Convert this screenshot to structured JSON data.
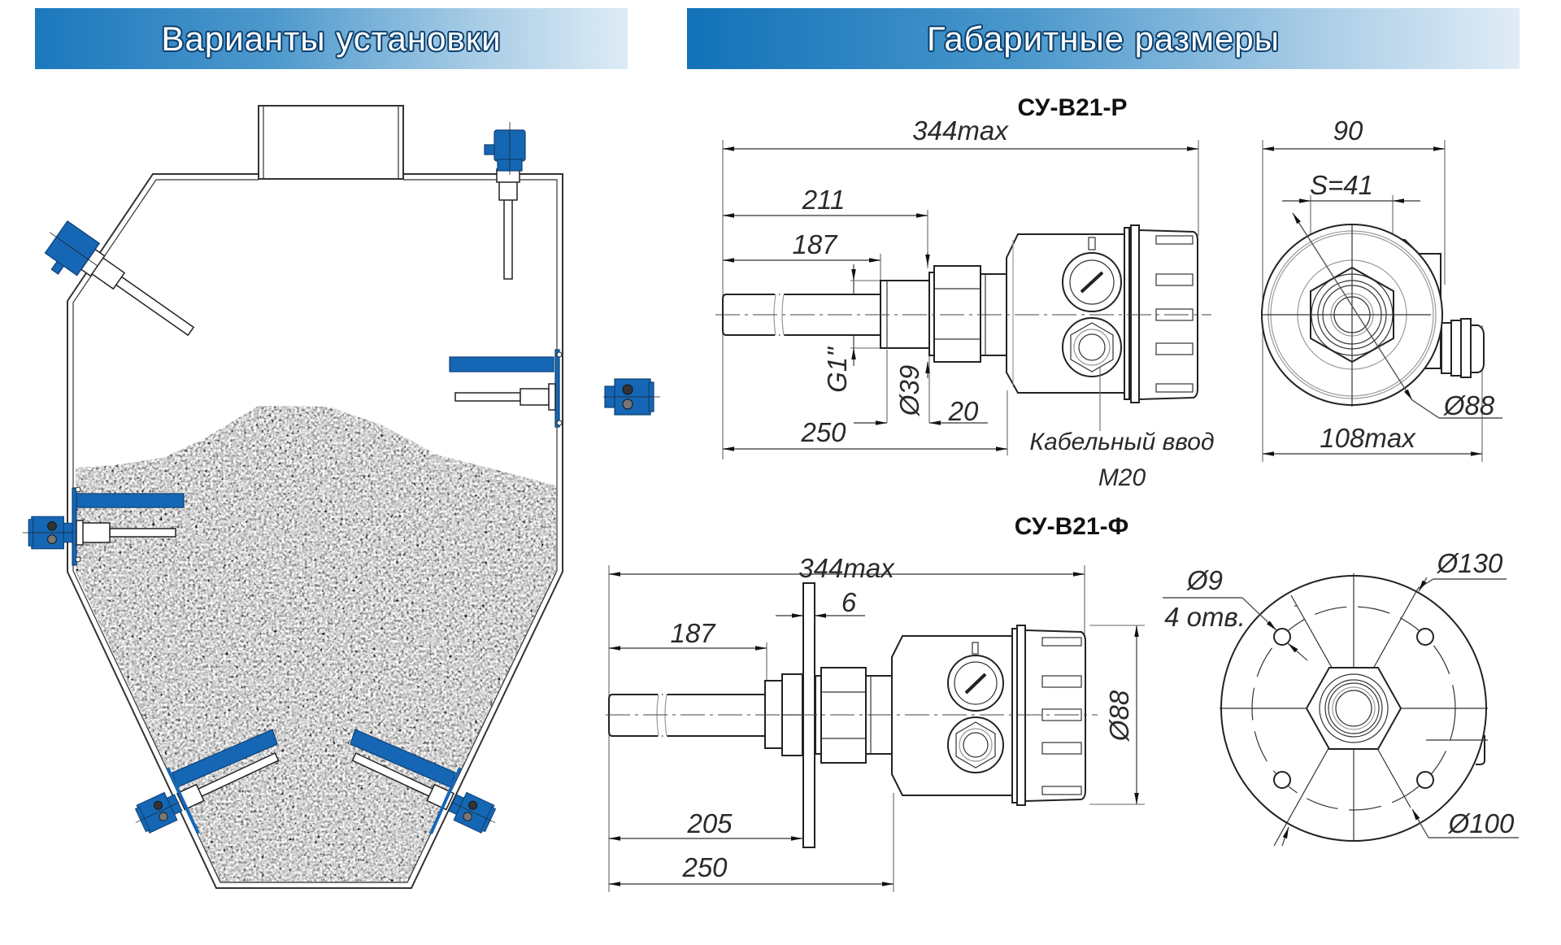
{
  "banners": {
    "left_title": "Варианты установки",
    "right_title": "Габаритные размеры"
  },
  "colors": {
    "banner_start": "#1b78bd",
    "banner_end": "#e0ecf6",
    "sensor_blue": "#1567b5",
    "line": "#222222"
  },
  "installation": {
    "description": "silo with sensors installed at top, walls and cone",
    "sensors": [
      {
        "position": "roof-vertical"
      },
      {
        "position": "upper-cone-angled"
      },
      {
        "position": "right-wall-horizontal-with-shield"
      },
      {
        "position": "left-wall-horizontal-with-shield"
      },
      {
        "position": "cone-left-angled-with-shield"
      },
      {
        "position": "cone-right-angled-with-shield"
      }
    ]
  },
  "drawings": {
    "threaded": {
      "title": "СУ-В21-Р",
      "side_view": {
        "overall_length": "344max",
        "dim_211": "211",
        "dim_187": "187",
        "dim_250": "250",
        "dim_20": "20",
        "thread": "G1\"",
        "diameter_39": "Ø39",
        "cable_entry_label": "Кабельный ввод",
        "cable_entry_size": "M20"
      },
      "top_view": {
        "width": "90",
        "hex": "S=41",
        "diameter": "Ø88",
        "width_max": "108max"
      }
    },
    "flanged": {
      "title": "СУ-В21-Ф",
      "side_view": {
        "overall_length": "344max",
        "flange_thickness": "6",
        "dim_187": "187",
        "dim_205": "205",
        "dim_250": "250",
        "diameter": "Ø88"
      },
      "flange_view": {
        "hole_diameter": "Ø9",
        "hole_count": "4 отв.",
        "flange_diameter": "Ø130",
        "bolt_circle": "Ø100"
      }
    }
  }
}
